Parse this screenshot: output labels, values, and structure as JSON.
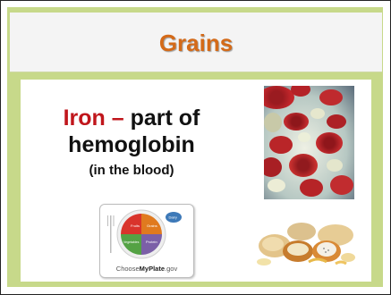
{
  "slide": {
    "title": "Grains",
    "headline": {
      "iron_word": "Iron",
      "dash": " – ",
      "line1_rest": "part of",
      "line2": "hemoglobin",
      "line3": "(in the blood)"
    },
    "myplate_image": {
      "label_prefix": "Choose",
      "label_brand": "MyPlate",
      "label_suffix": ".gov",
      "sections": [
        "Fruits",
        "Grains",
        "Vegetables",
        "Protein",
        "Dairy"
      ]
    }
  },
  "colors": {
    "title": "#d46a18",
    "iron": "#c0161c",
    "frame": "#c7d98a",
    "fruits": "#d9342b",
    "grains": "#e07a1f",
    "vegetables": "#54a244",
    "protein": "#7b5fa7",
    "dairy": "#3d79b8"
  }
}
